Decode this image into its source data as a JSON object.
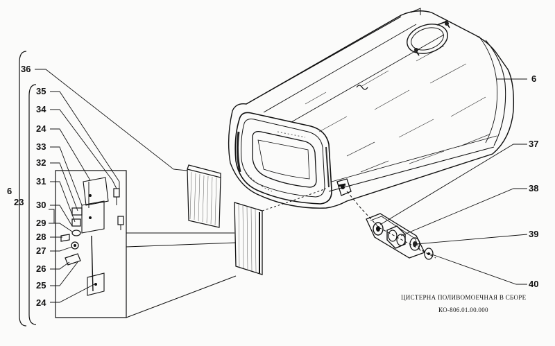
{
  "callouts": {
    "c36": "36",
    "c35": "35",
    "c34": "34",
    "c24a": "24",
    "c33": "33",
    "c32": "32",
    "c31": "31",
    "c30": "30",
    "c29": "29",
    "c28": "28",
    "c27": "27",
    "c26": "26",
    "c25": "25",
    "c24b": "24",
    "c6_left": "6",
    "c23": "23",
    "c6_right": "6",
    "c37": "37",
    "c38": "38",
    "c39": "39",
    "c40": "40"
  },
  "caption": {
    "title": "ЦИСТЕРНА ПОЛИВОМОЕЧНАЯ В СБОРЕ",
    "code": "КО-806.01.00.000"
  }
}
